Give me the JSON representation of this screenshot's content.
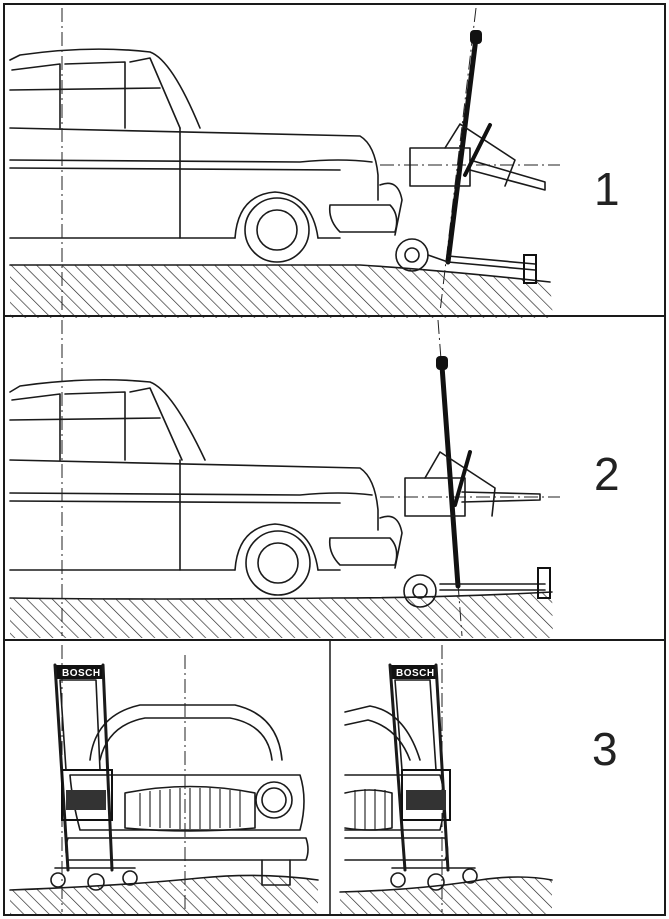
{
  "panels": [
    {
      "number": "1"
    },
    {
      "number": "2"
    },
    {
      "number": "3"
    }
  ],
  "brand_label": "BOSCH",
  "colors": {
    "ink": "#1a1a1a",
    "paper": "#ffffff"
  }
}
